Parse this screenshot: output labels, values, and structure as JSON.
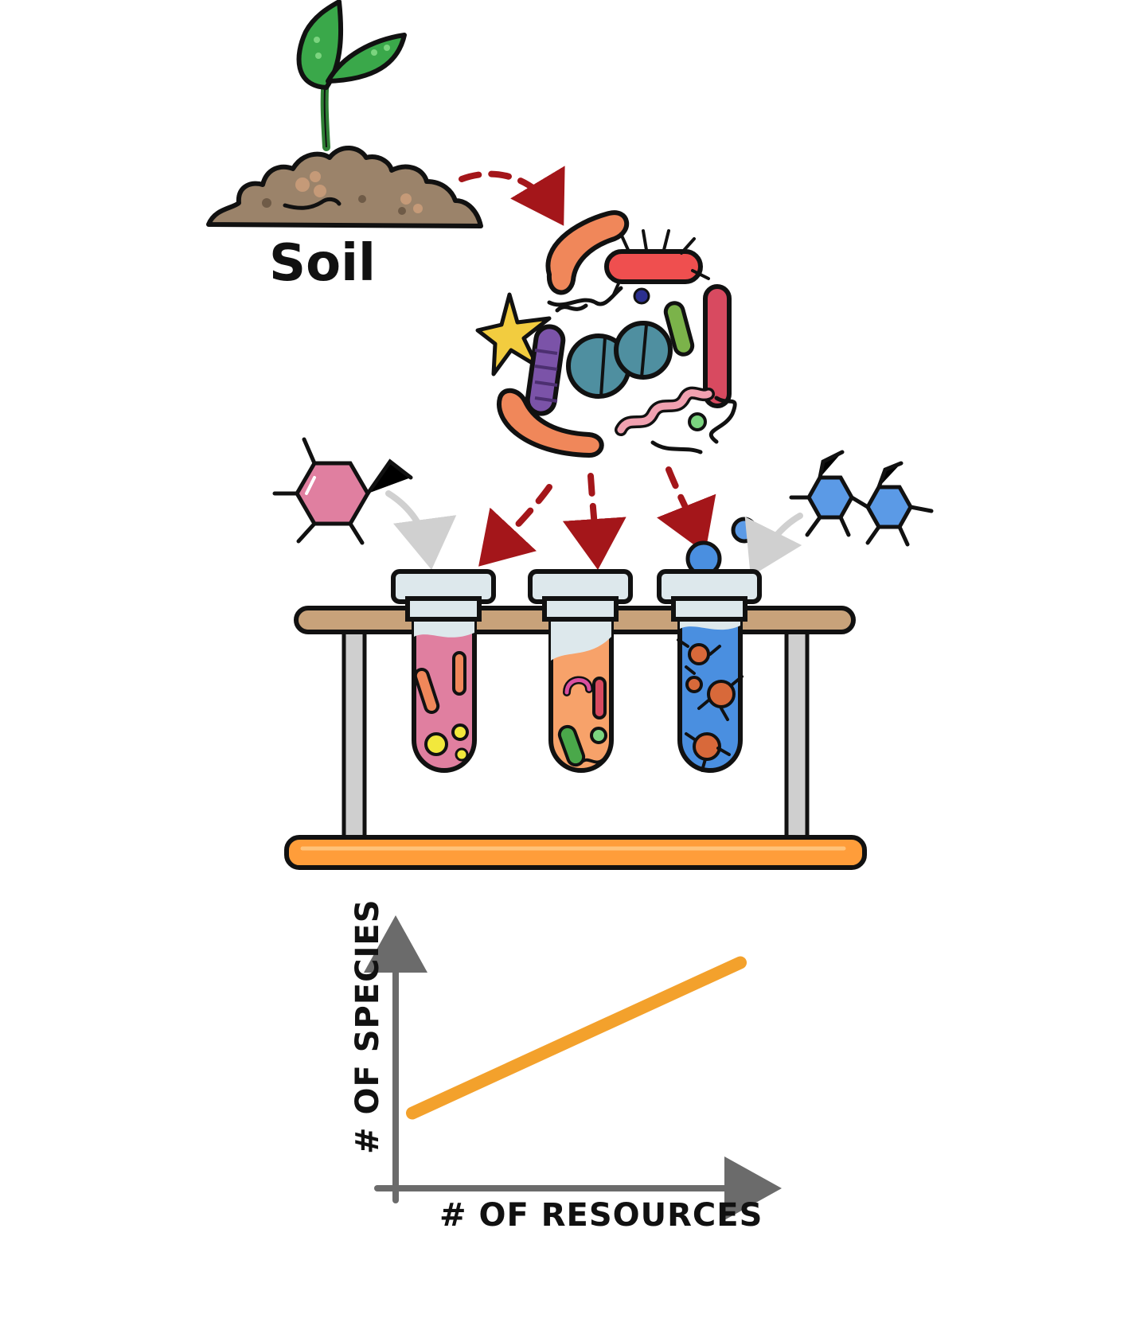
{
  "soil": {
    "label": "Soil"
  },
  "chart_data": {
    "type": "line",
    "title": "",
    "xlabel": "# OF RESOURCES",
    "ylabel": "# OF SPECIES",
    "series": [
      {
        "x": [
          0,
          1
        ],
        "values": [
          0.3,
          0.9
        ]
      }
    ],
    "xlim": [
      0,
      1
    ],
    "ylim": [
      0,
      1
    ],
    "grid": false
  },
  "colors": {
    "line": "#f3a12c",
    "axis": "#6b6b6b",
    "arrow_red": "#a4161a",
    "arrow_gray": "#d0d0d0",
    "tube_pink": "#e07fa0",
    "tube_orange": "#f7a26a",
    "tube_blue": "#4a8fe0",
    "rack_wood": "#c8a27a",
    "rack_base": "#ff9d3a",
    "soil": "#9b836a",
    "leaf": "#3aa84a"
  }
}
